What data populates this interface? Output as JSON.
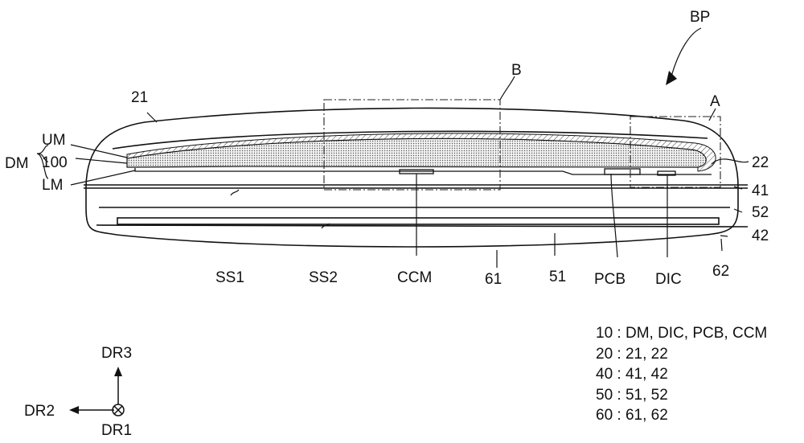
{
  "figure_label": "BP",
  "detail_labels": {
    "a": "A",
    "b": "B"
  },
  "part_labels": {
    "p21": "21",
    "p22": "22",
    "p41": "41",
    "p52": "52",
    "p42": "42",
    "p62": "62",
    "um": "UM",
    "dm": "DM",
    "p100": "100",
    "lm": "LM",
    "ss1": "SS1",
    "ss2": "SS2",
    "ccm": "CCM",
    "p61": "61",
    "p51": "51",
    "pcb": "PCB",
    "dic": "DIC"
  },
  "axes": {
    "dr3": "DR3",
    "dr2": "DR2",
    "dr1": "DR1"
  },
  "legend": [
    "10 : DM, DIC, PCB, CCM",
    "20 : 21, 22",
    "40 : 41, 42",
    "50 : 51, 52",
    "60 : 61, 62"
  ]
}
